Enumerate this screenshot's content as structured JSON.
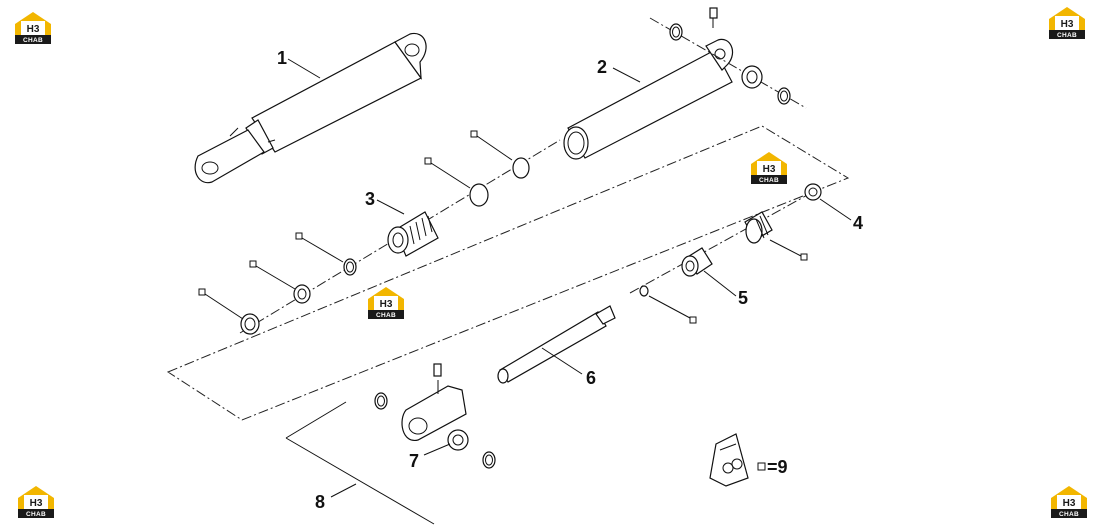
{
  "logo": {
    "mark": "H3",
    "text": "CHAB",
    "colors": {
      "house": "#f2b600",
      "band": "#1a1a1a",
      "white": "#ffffff"
    }
  },
  "callouts": {
    "part1": "1",
    "part2": "2",
    "part3": "3",
    "part4": "4",
    "part5": "5",
    "part6": "6",
    "part7": "7",
    "part8": "8",
    "part9": "=9"
  },
  "icons": [
    "seal-kit-square-icon",
    "seal-kit-card-icon",
    "grease-fitting-icon",
    "snap-ring-icon",
    "o-ring-icon"
  ]
}
